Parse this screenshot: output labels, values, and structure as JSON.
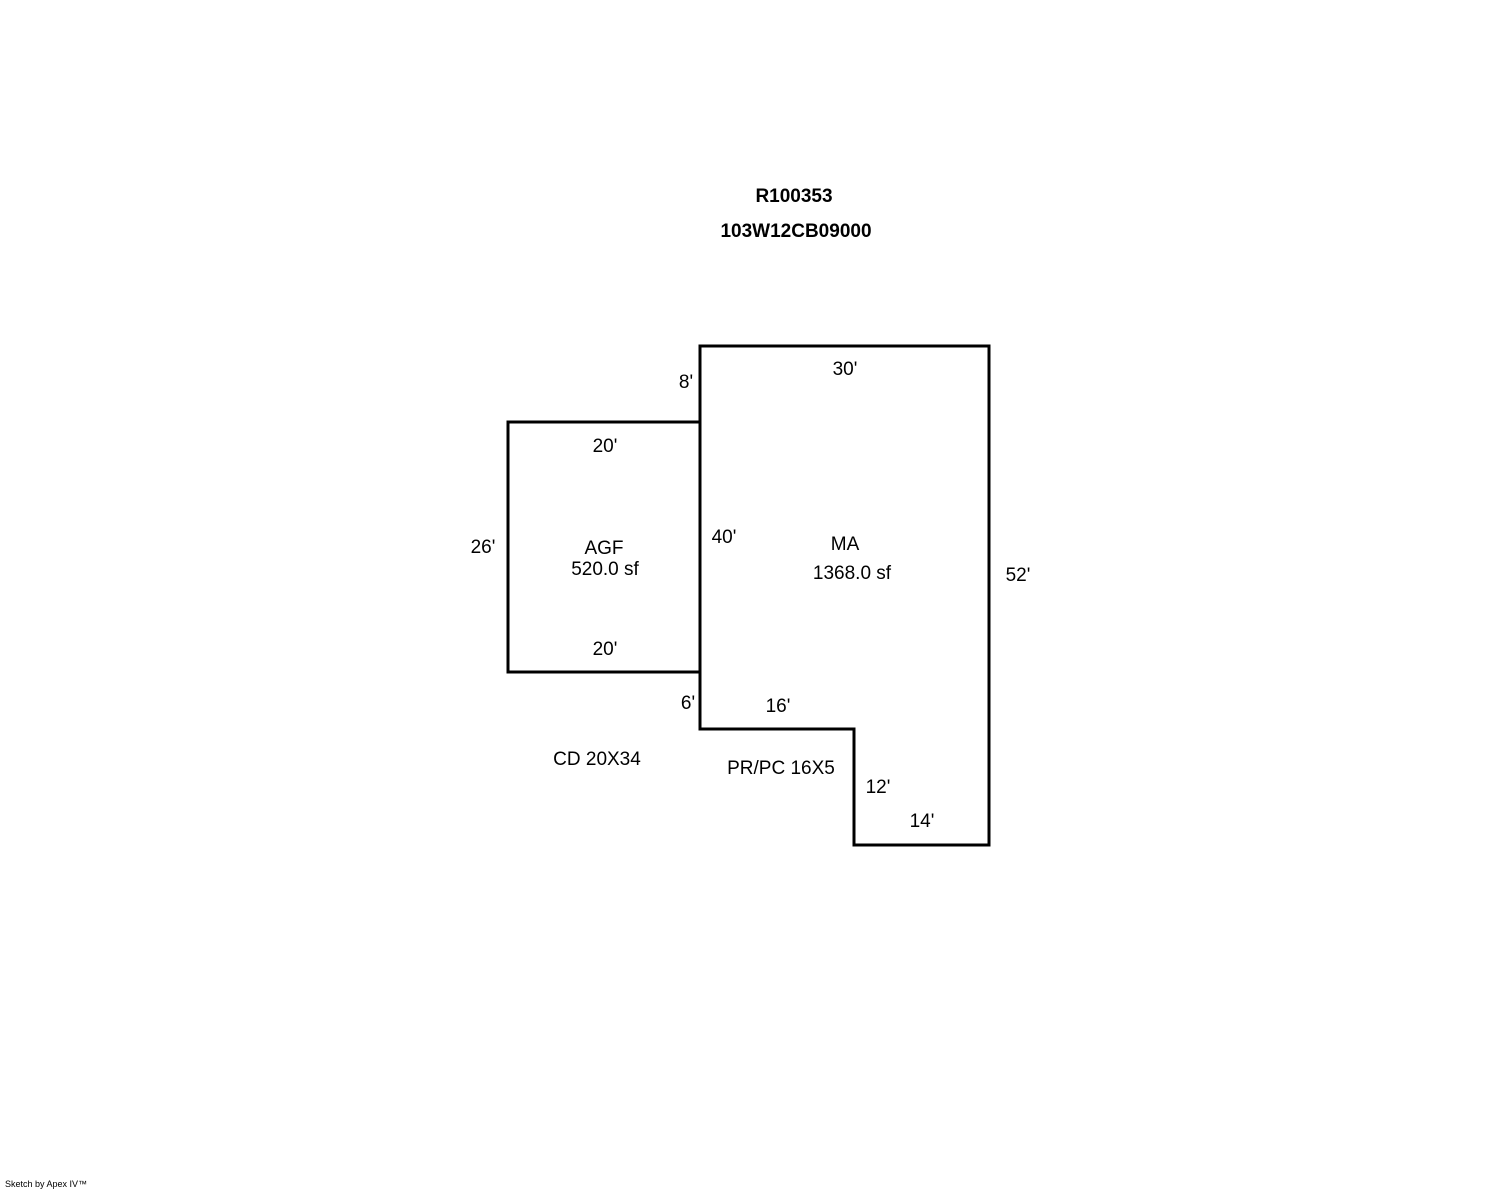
{
  "header": {
    "account_id": "R100353",
    "map_tax_lot": "103W12CB09000"
  },
  "areas": {
    "garage": {
      "code": "AGF",
      "area": "520.0 sf"
    },
    "main": {
      "code": "MA",
      "area": "1368.0 sf"
    }
  },
  "dimensions": {
    "main_top": "30'",
    "main_right": "52'",
    "main_left_upper": "8'",
    "shared_wall": "40'",
    "main_left_lower": "6'",
    "notch_top": "16'",
    "notch_side": "12'",
    "main_bottom": "14'",
    "garage_top": "20'",
    "garage_bottom": "20'",
    "garage_left": "26'"
  },
  "annotations": {
    "deck": "CD 20X34",
    "porch": "PR/PC 16X5"
  },
  "footer": {
    "credit": "Sketch by Apex IV™"
  }
}
